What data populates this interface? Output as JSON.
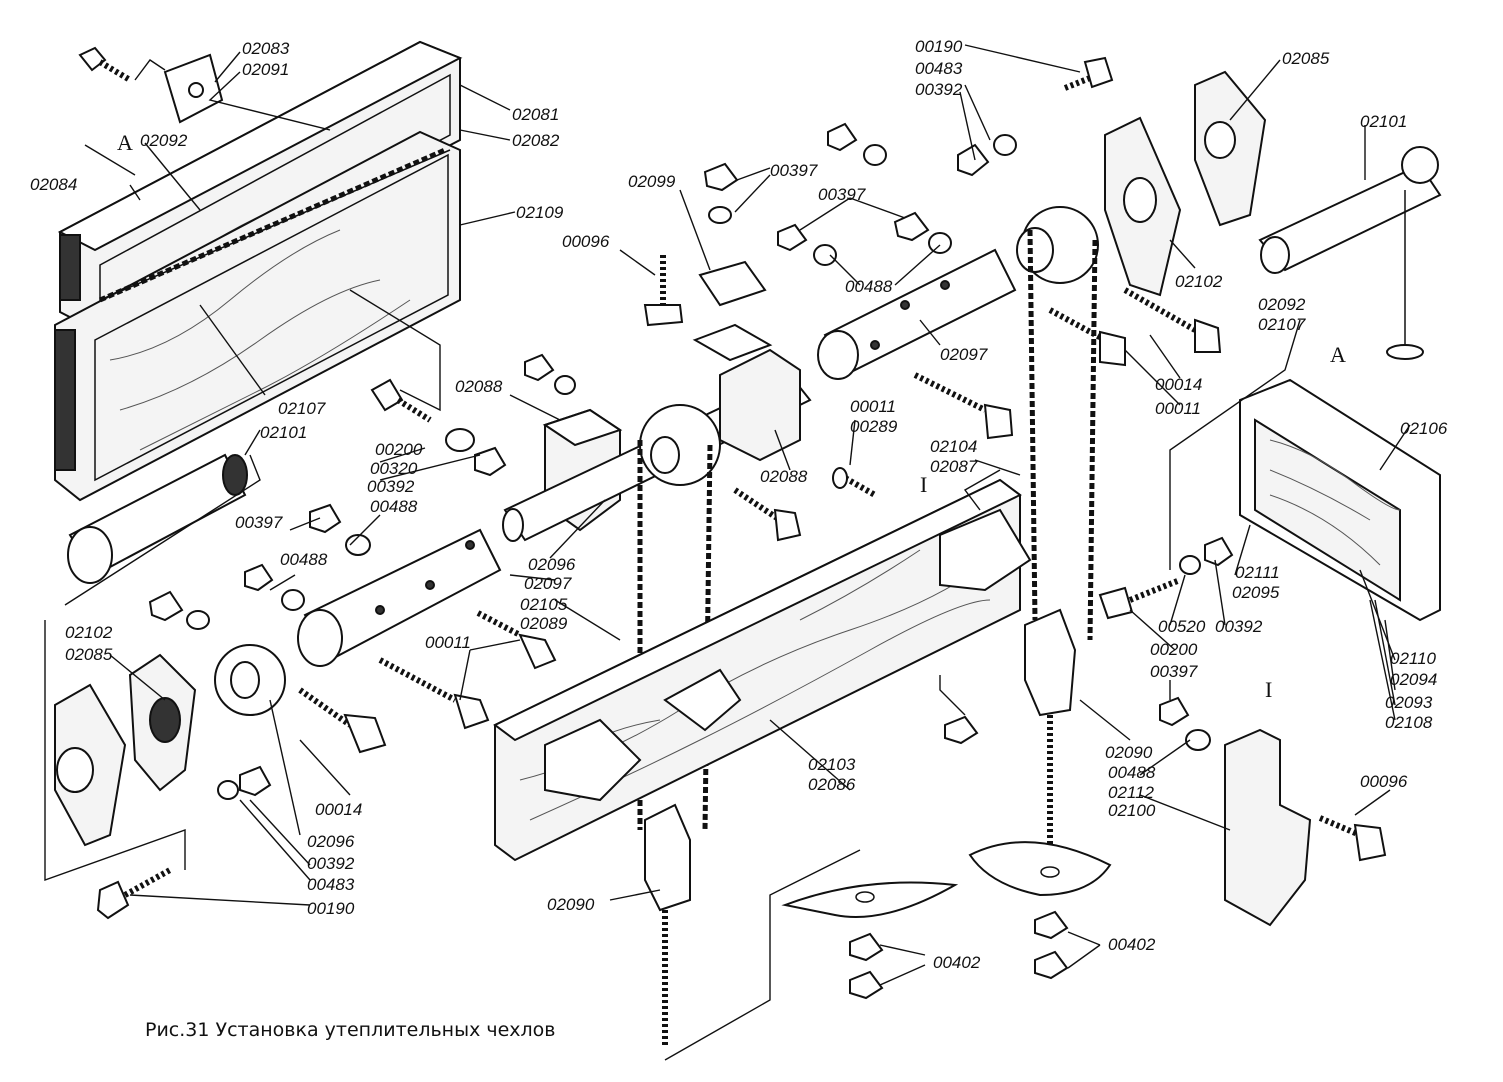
{
  "figure": {
    "caption": "Рис.31 Установка утеплительных чехлов",
    "view_markers": {
      "a_left": "A",
      "a_right": "A",
      "i_top": "I",
      "i_right": "I"
    },
    "labels": {
      "l_02083": "02083",
      "l_02091": "02091",
      "l_02081": "02081",
      "l_02082": "02082",
      "l_02092a": "02092",
      "l_02084": "02084",
      "l_02109": "02109",
      "l_02107a": "02107",
      "l_02101a": "02101",
      "l_00200a": "00200",
      "l_00320": "00320",
      "l_00392a": "00392",
      "l_00488a": "00488",
      "l_00397a": "00397",
      "l_00488b": "00488",
      "l_02088a": "02088",
      "l_02096a": "02096",
      "l_02097a": "02097",
      "l_02105": "02105",
      "l_02089": "02089",
      "l_00011a": "00011",
      "l_02102a": "02102",
      "l_02085a": "02085",
      "l_00014a": "00014",
      "l_02096b": "02096",
      "l_00392b": "00392",
      "l_00483a": "00483",
      "l_00190a": "00190",
      "l_02090a": "02090",
      "l_00402a": "00402",
      "l_02103": "02103",
      "l_02086": "02086",
      "l_02099": "02099",
      "l_00397b": "00397",
      "l_00096a": "00096",
      "l_00397c": "00397",
      "l_00488c": "00488",
      "l_02097b": "02097",
      "l_02088b": "02088",
      "l_00011b": "00011",
      "l_00289": "00289",
      "l_02104": "02104",
      "l_02087": "02087",
      "l_00190b": "00190",
      "l_00483b": "00483",
      "l_00392c": "00392",
      "l_02085b": "02085",
      "l_02102b": "02102",
      "l_00014b": "00014",
      "l_00011c": "00011",
      "l_02101b": "02101",
      "l_02092b": "02092",
      "l_02107b": "02107",
      "l_02106": "02106",
      "l_02111": "02111",
      "l_02095": "02095",
      "l_00520": "00520",
      "l_00392d": "00392",
      "l_00200b": "00200",
      "l_00397d": "00397",
      "l_02110": "02110",
      "l_02094": "02094",
      "l_02093": "02093",
      "l_02108": "02108",
      "l_02090b": "02090",
      "l_00488d": "00488",
      "l_02112": "02112",
      "l_02100": "02100",
      "l_00096b": "00096",
      "l_00402b": "00402"
    }
  }
}
